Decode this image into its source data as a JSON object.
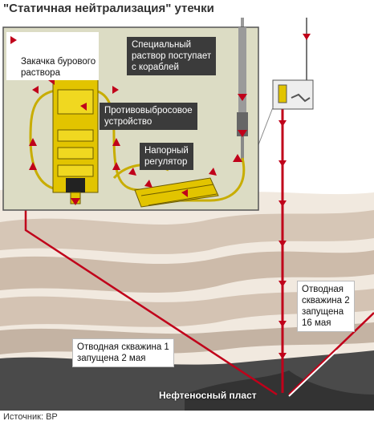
{
  "title": "\"Статичная нейтрализация\" утечки",
  "legend": "Закачка бурового\nраствора",
  "labels": {
    "special_fluid": "Специальный\nраствор поступает\nс кораблей",
    "blowout_preventer": "Противовыбросовое\nустройство",
    "pressure_regulator": "Напорный\nрегулятор",
    "relief_well_2": "Отводная\nскважина 2\nзапущена\n16 мая",
    "relief_well_1": "Отводная скважина 1\nзапущена 2 мая",
    "oil_reservoir": "Нефтеносный пласт"
  },
  "source": "Источник: BP",
  "colors": {
    "flow_arrow": "#c0001a",
    "equipment": "#e2c400",
    "inset_background": "#d9d9c0",
    "oil_layer": "#4a4a4a",
    "ground_light": "#e8ddd0",
    "ground_dark": "#c9b7a6"
  },
  "icons": [
    "flow-arrow-icon",
    "ship-icon",
    "drilling-rig-icon",
    "pressure-regulator-icon",
    "blowout-preventer-icon"
  ]
}
